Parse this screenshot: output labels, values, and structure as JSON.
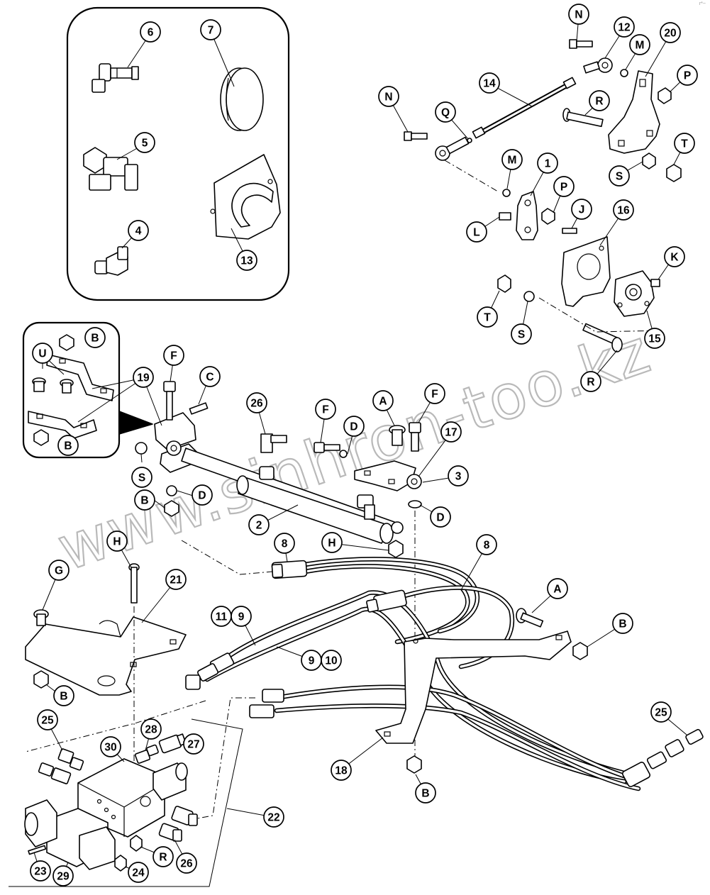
{
  "watermark": "www.sinhron-too.kz",
  "corner_mark": "r*~",
  "callouts": [
    {
      "label": "6"
    },
    {
      "label": "7"
    },
    {
      "label": "5"
    },
    {
      "label": "13"
    },
    {
      "label": "4"
    },
    {
      "label": "N"
    },
    {
      "label": "12"
    },
    {
      "label": "M"
    },
    {
      "label": "20"
    },
    {
      "label": "14"
    },
    {
      "label": "P"
    },
    {
      "label": "N"
    },
    {
      "label": "Q"
    },
    {
      "label": "R"
    },
    {
      "label": "T"
    },
    {
      "label": "S"
    },
    {
      "label": "M"
    },
    {
      "label": "1"
    },
    {
      "label": "P"
    },
    {
      "label": "L"
    },
    {
      "label": "J"
    },
    {
      "label": "16"
    },
    {
      "label": "K"
    },
    {
      "label": "T"
    },
    {
      "label": "S"
    },
    {
      "label": "15"
    },
    {
      "label": "R"
    },
    {
      "label": "B"
    },
    {
      "label": "U"
    },
    {
      "label": "19"
    },
    {
      "label": "B"
    },
    {
      "label": "F"
    },
    {
      "label": "C"
    },
    {
      "label": "26"
    },
    {
      "label": "F"
    },
    {
      "label": "A"
    },
    {
      "label": "F"
    },
    {
      "label": "D"
    },
    {
      "label": "17"
    },
    {
      "label": "3"
    },
    {
      "label": "S"
    },
    {
      "label": "D"
    },
    {
      "label": "B"
    },
    {
      "label": "2"
    },
    {
      "label": "D"
    },
    {
      "label": "H"
    },
    {
      "label": "H"
    },
    {
      "label": "8"
    },
    {
      "label": "8"
    },
    {
      "label": "G"
    },
    {
      "label": "21"
    },
    {
      "label": "11"
    },
    {
      "label": "9"
    },
    {
      "label": "A"
    },
    {
      "label": "B"
    },
    {
      "label": "9"
    },
    {
      "label": "10"
    },
    {
      "label": "B"
    },
    {
      "label": "25"
    },
    {
      "label": "30"
    },
    {
      "label": "28"
    },
    {
      "label": "27"
    },
    {
      "label": "25"
    },
    {
      "label": "18"
    },
    {
      "label": "B"
    },
    {
      "label": "22"
    },
    {
      "label": "R"
    },
    {
      "label": "26"
    },
    {
      "label": "23"
    },
    {
      "label": "29"
    },
    {
      "label": "24"
    }
  ]
}
